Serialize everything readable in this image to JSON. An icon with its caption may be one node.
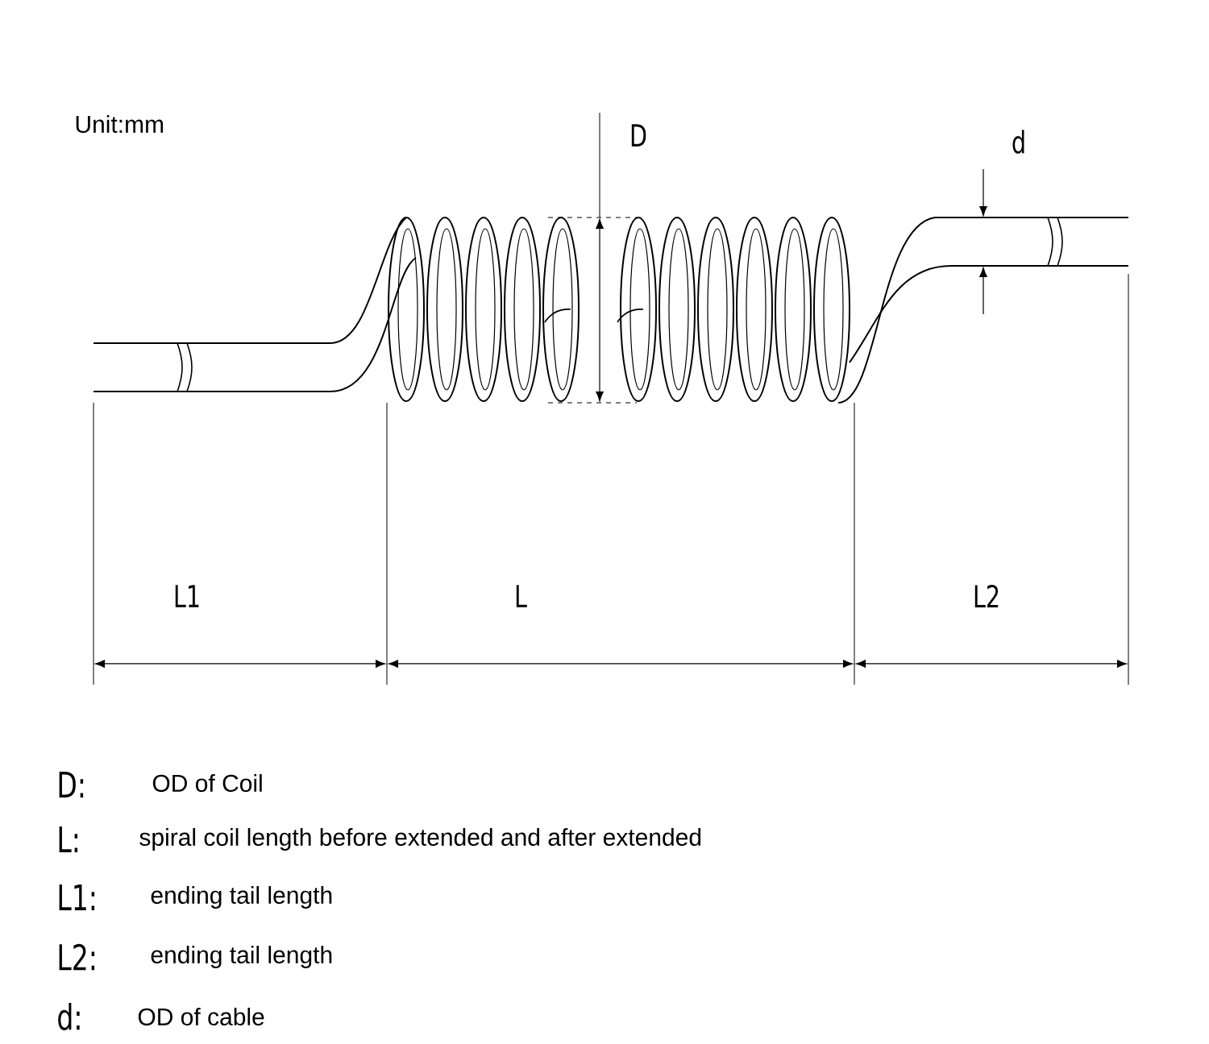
{
  "diagram": {
    "labels": [
      "Unit:mm",
      "D",
      "d",
      "L1",
      "L",
      "L2",
      "D:",
      "OD of Coil",
      "L:",
      "spiral coil length before extended and after extended",
      "L1:",
      "ending tail length",
      "L2:",
      "ending tail length",
      "d:",
      "OD of cable"
    ]
  }
}
